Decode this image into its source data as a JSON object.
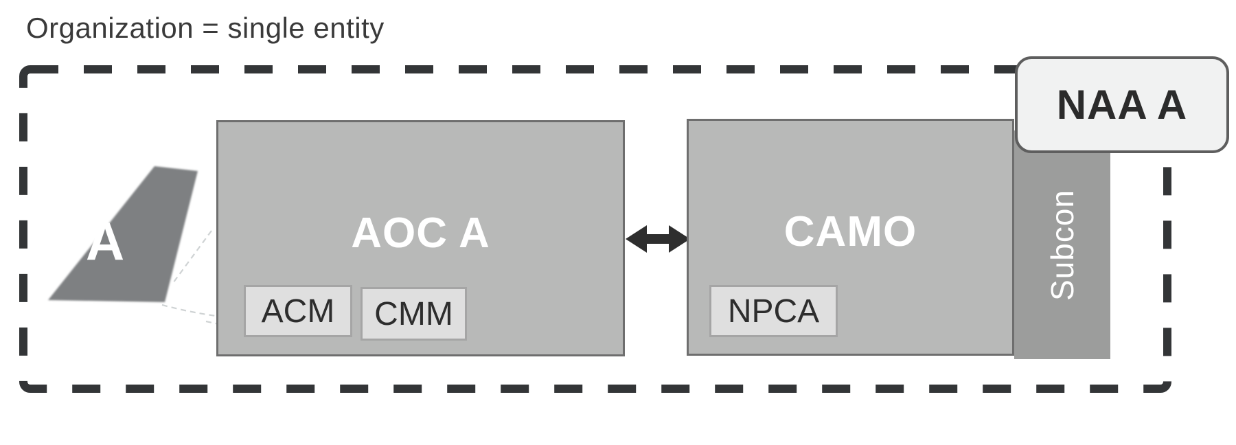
{
  "title": "Organization = single entity",
  "organization": {
    "operator_fin": {
      "letter": "A"
    },
    "aoc": {
      "label": "AOC A",
      "sub_approvals": [
        "ACM",
        "CMM"
      ]
    },
    "camo": {
      "label": "CAMO",
      "sub_approvals": [
        "NPCA"
      ]
    },
    "subcontractor": {
      "label": "Subcon"
    },
    "authority_badge": {
      "label": "NAA A"
    },
    "relationship": {
      "type": "bidirectional-arrow between AOC A and CAMO"
    }
  },
  "colors": {
    "canvas-bg": "#ffffff",
    "outline": "#333537",
    "title-text": "#3a3a3a",
    "box-fill": "#b8b9b8",
    "box-border": "#6e6e6e",
    "box-label": "#ffffff",
    "chip-fill": "#dfdfdf",
    "chip-border": "#a5a5a5",
    "chip-text": "#2d2d2d",
    "subcon-fill": "#9c9d9c",
    "naa-fill": "#f1f2f2",
    "naa-border": "#5e5e5e",
    "naa-text": "#2b2b2b",
    "fin-fill": "#7e8082",
    "arrow": "#2e2e2e",
    "sketch": "#cfd3d4"
  }
}
